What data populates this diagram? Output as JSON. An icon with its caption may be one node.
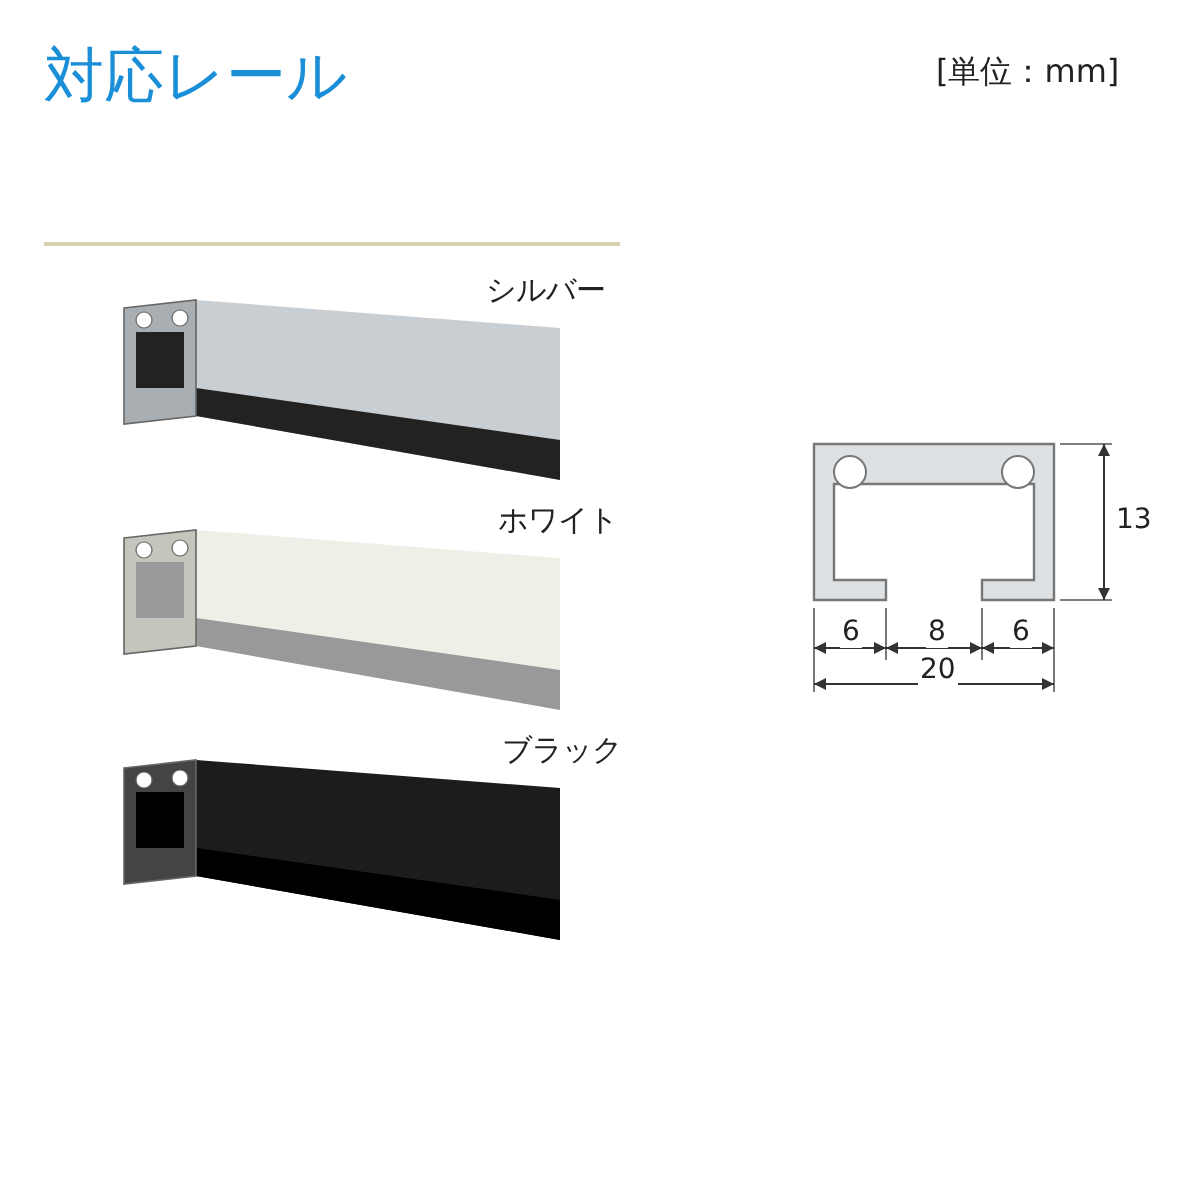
{
  "diagram": {
    "title": "対応レール",
    "labels": [
      "[単位：mm]",
      "シルバー",
      "ホワイト",
      "ブラック",
      "13",
      "6",
      "8",
      "6",
      "20"
    ]
  }
}
